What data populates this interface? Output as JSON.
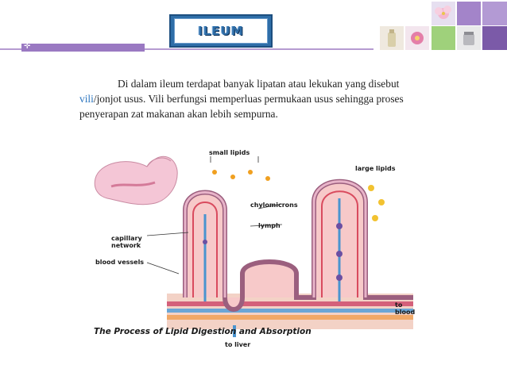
{
  "header": {
    "title": "ILEUM"
  },
  "paragraph": {
    "before": "Di dalam ileum terdapat banyak lipatan atau lekukan yang disebut ",
    "highlight": "vili",
    "after": "/jonjot usus. Vili berfungsi memperluas permukaan usus sehingga proses penyerapan zat makanan akan lebih sempurna."
  },
  "diagram": {
    "labels": {
      "small_lipids": "small lipids",
      "large_lipids": "large lipids",
      "chylomicrons": "chylomicrons",
      "lymph": "lymph",
      "capillary_network": [
        "capillary",
        "network"
      ],
      "blood_vessels": "blood vessels",
      "to_liver": "to liver",
      "to_blood": [
        "to",
        "blood"
      ]
    },
    "caption": "The Process of Lipid Digestion and Absorption"
  },
  "colors": {
    "accent_purple": "#9a79c2",
    "title_blue": "#2f6ea8",
    "link_blue": "#2d76c0"
  }
}
